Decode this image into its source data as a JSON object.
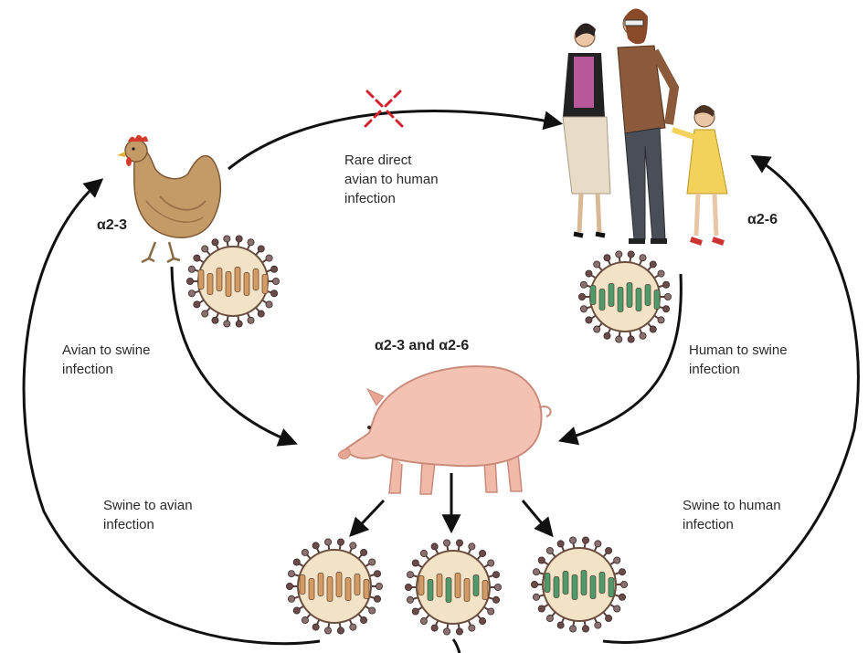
{
  "labels": {
    "rare_direct": "Rare direct\navian to human\ninfection",
    "avian_to_swine": "Avian to swine\ninfection",
    "human_to_swine": "Human to swine\ninfection",
    "swine_to_avian": "Swine to avian\ninfection",
    "swine_to_human": "Swine to human\ninfection"
  },
  "receptors": {
    "avian": "α2-3",
    "human": "α2-6",
    "swine": "α2-3 and α2-6"
  },
  "icons": {
    "hosts": [
      "chicken-icon",
      "human-family-icon",
      "pig-icon"
    ],
    "virus": "influenza-virus-icon",
    "blocked": "red-cross-icon"
  },
  "colors": {
    "avian_segments": "#d39a63",
    "human_segments": "#4f9a6a",
    "virus_envelope": "#f3e3c6",
    "arrow": "#111111",
    "blocked_marker": "#d2232a"
  }
}
